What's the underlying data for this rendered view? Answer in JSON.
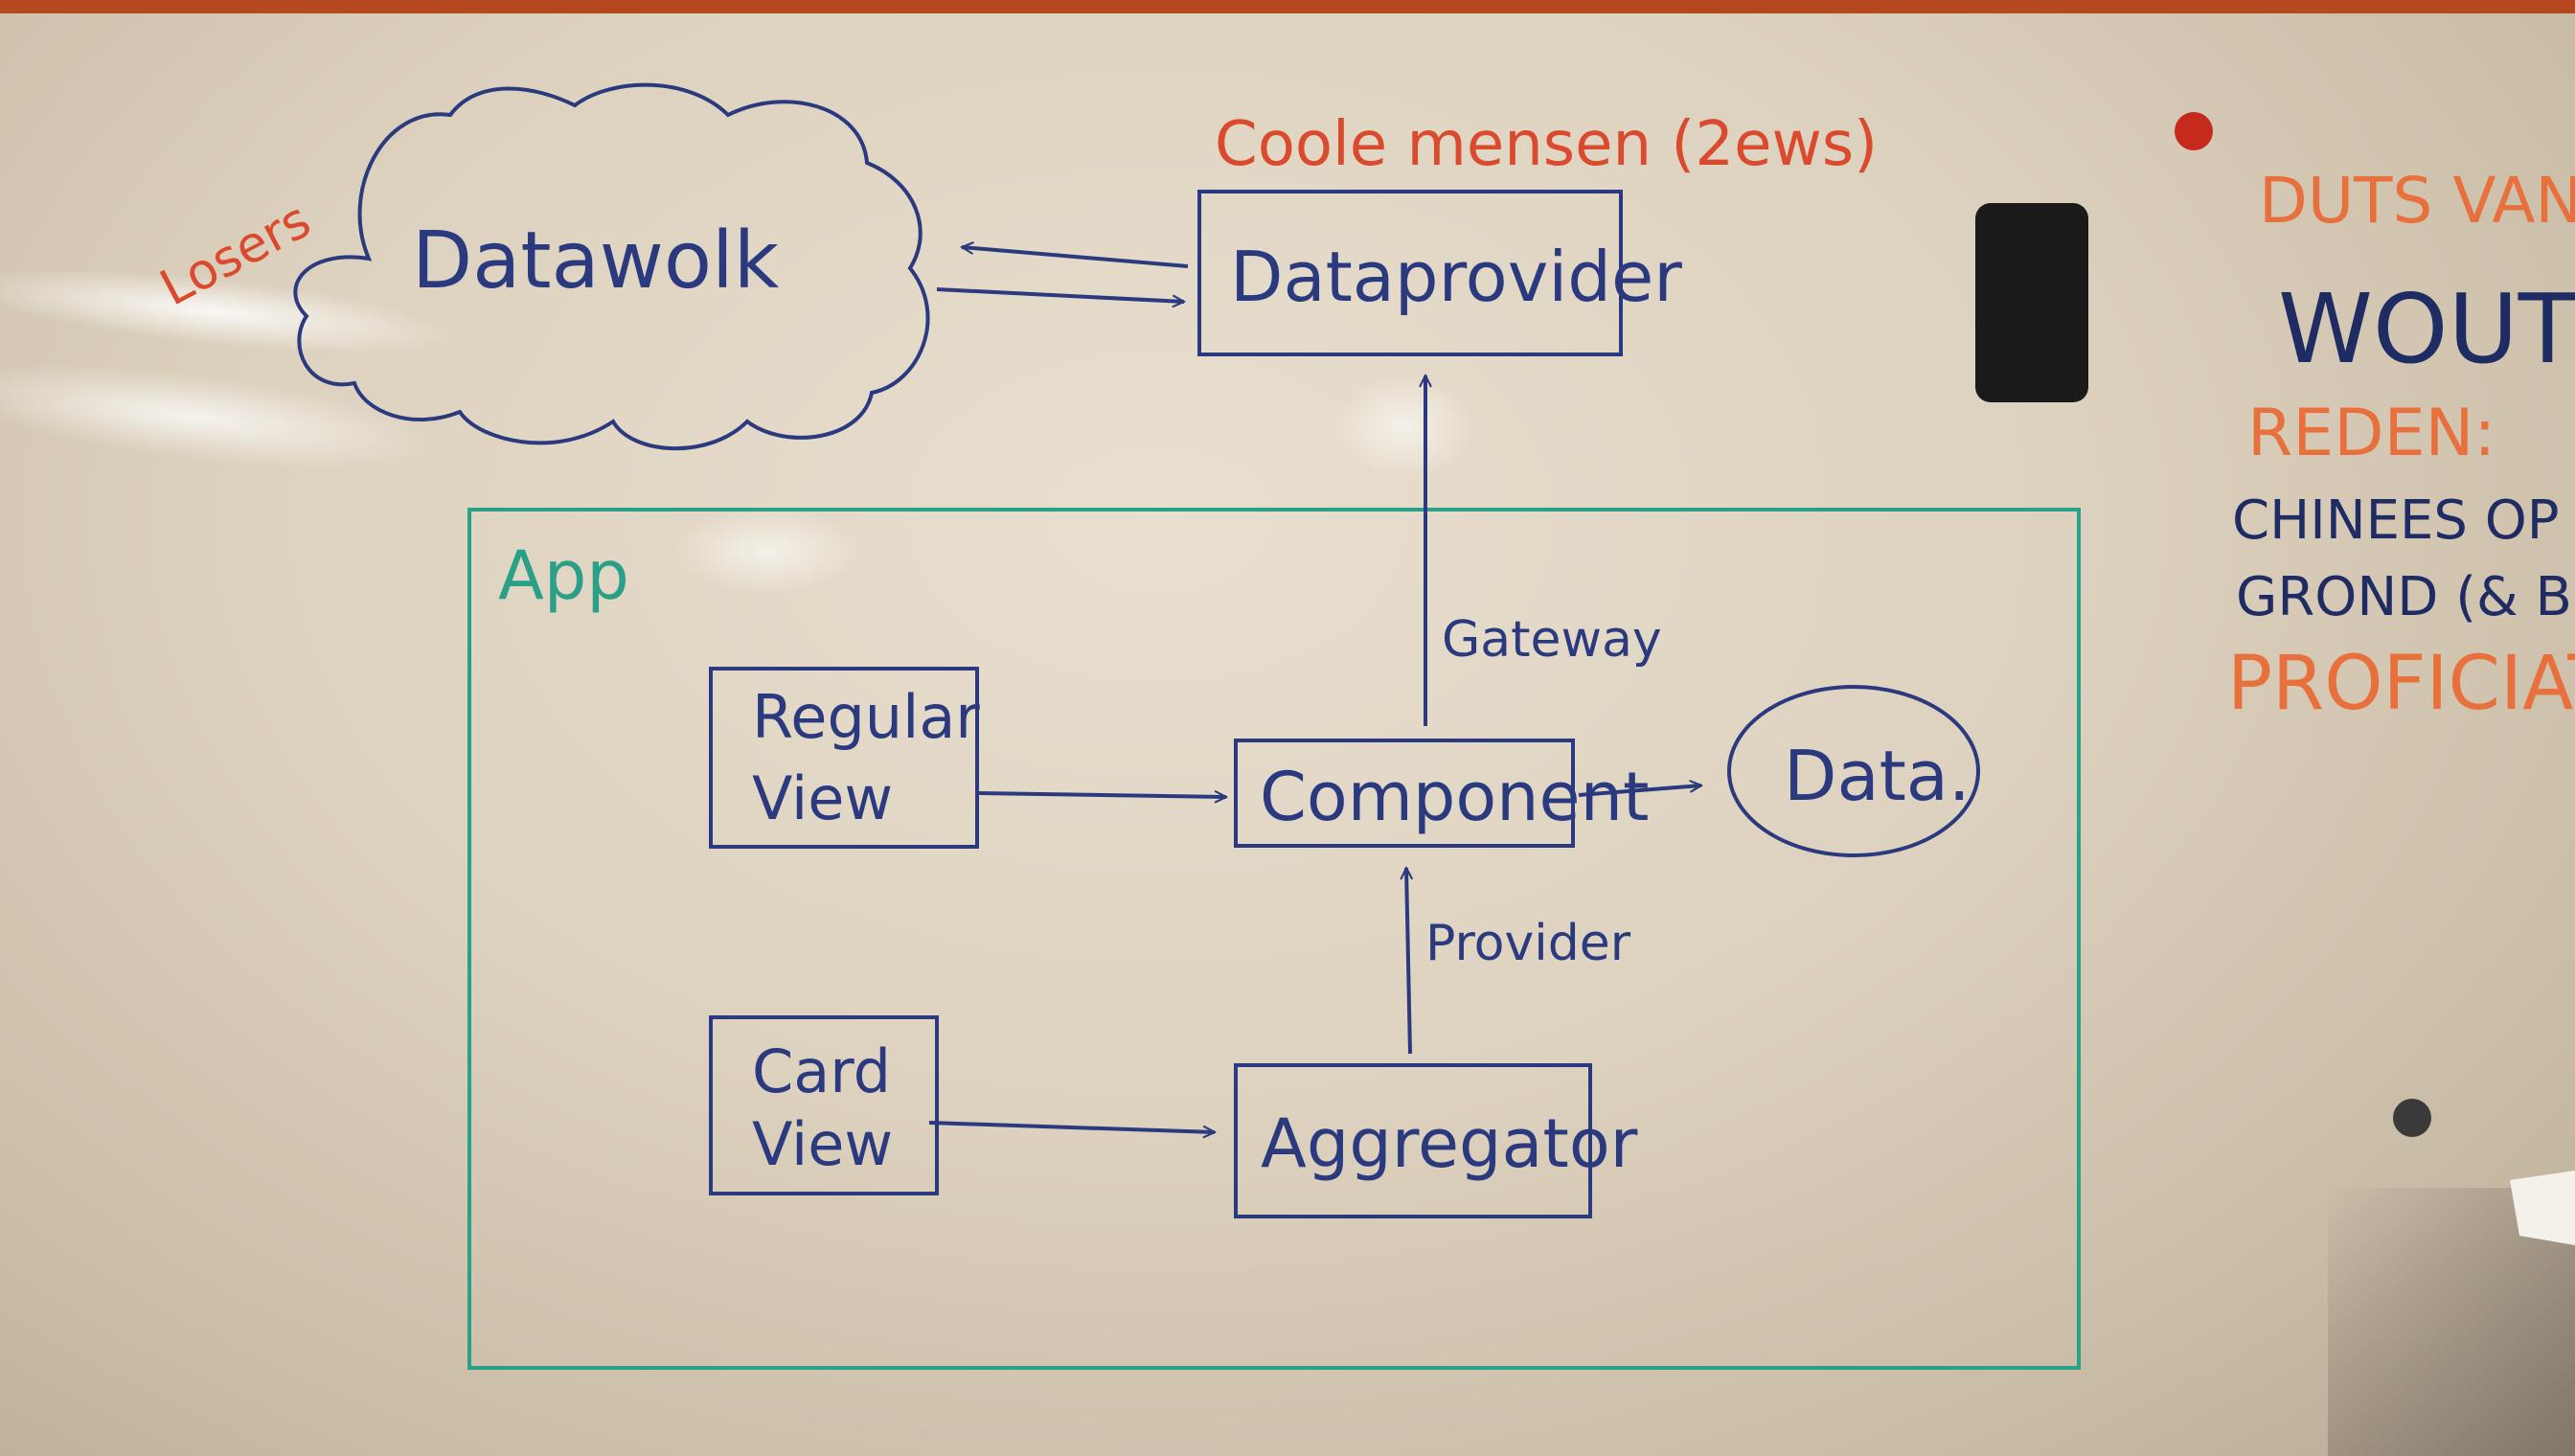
{
  "diagram": {
    "cloud_label": "Datawolk",
    "cloud_side_note": "Losers",
    "top_box_caption": "Coole mensen (2ews)",
    "top_box_label": "Dataprovider",
    "container_label": "App",
    "nodes": {
      "regular_view": [
        "Regular",
        "View"
      ],
      "card_view": [
        "Card",
        "View"
      ],
      "component": "Component",
      "aggregator": "Aggregator",
      "data": "Data."
    },
    "edge_labels": {
      "gateway": "Gateway",
      "provider": "Provider"
    }
  },
  "side_notes": {
    "line1": "DUTS VAN I",
    "line2": "WOUT",
    "line3": "REDEN:",
    "line4": "CHINEES OP",
    "line5": "GROND (& B",
    "line6": "PROFICIAT"
  },
  "colors": {
    "marker_blue": "#2b3a7e",
    "marker_red": "#d94a2e",
    "marker_green": "#2aa088",
    "marker_orange": "#e8703c",
    "board_frame": "#b5481f"
  }
}
